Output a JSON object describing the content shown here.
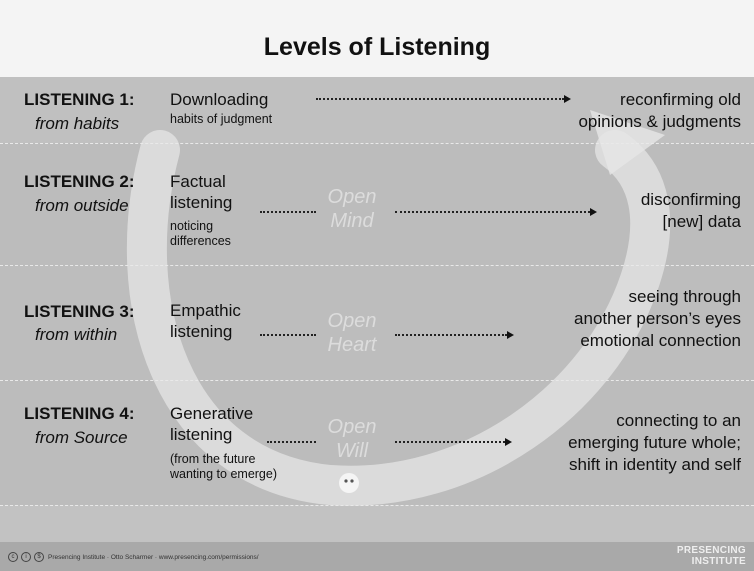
{
  "title": "Levels of Listening",
  "levels": [
    {
      "label": "LISTENING 1:",
      "source": "from habits",
      "mode": [
        "Downloading"
      ],
      "notes": [
        "habits of judgment"
      ],
      "open": [],
      "result": [
        "reconfirming old",
        "opinions & judgments"
      ]
    },
    {
      "label": "LISTENING 2:",
      "source": "from outside",
      "mode": [
        "Factual",
        "listening"
      ],
      "notes": [
        "noticing",
        "differences"
      ],
      "open": [
        "Open",
        "Mind"
      ],
      "result": [
        "disconfirming",
        "[new] data"
      ]
    },
    {
      "label": "LISTENING 3:",
      "source": "from within",
      "mode": [
        "Empathic",
        "listening"
      ],
      "notes": [],
      "open": [
        "Open",
        "Heart"
      ],
      "result": [
        "seeing through",
        "another person’s eyes",
        "emotional connection"
      ]
    },
    {
      "label": "LISTENING 4:",
      "source": "from Source",
      "mode": [
        "Generative",
        "listening"
      ],
      "notes": [
        "(from the future",
        "wanting to emerge)"
      ],
      "open": [
        "Open",
        "Will"
      ],
      "result": [
        "connecting to an",
        "emerging future whole;",
        "shift in identity and self"
      ]
    }
  ],
  "footer": {
    "credit": "Presencing Institute · Otto Scharmer · www.presencing.com/permissions/",
    "brand": [
      "PRESENCING",
      "INSTITUTE"
    ]
  }
}
